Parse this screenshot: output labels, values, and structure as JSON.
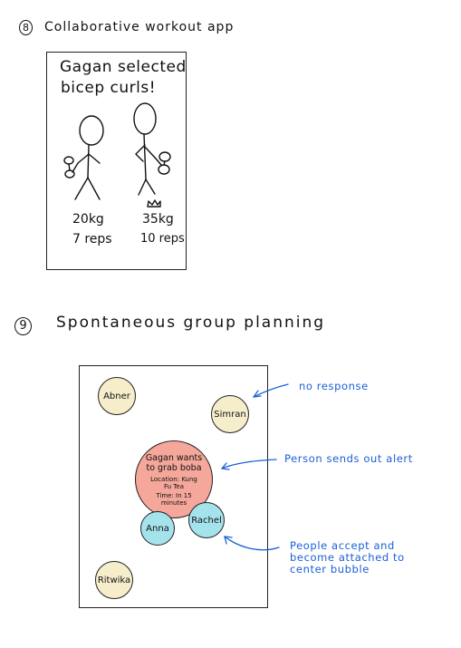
{
  "section8": {
    "number": "8",
    "title": "Collaborative workout app",
    "frame": {
      "headline_line1": "Gagan selected",
      "headline_line2": "bicep curls!",
      "left_person": {
        "weight": "20kg",
        "reps": "7 reps"
      },
      "right_person": {
        "weight": "35kg",
        "reps": "10 reps",
        "leader_icon": "crown-icon"
      }
    }
  },
  "section9": {
    "number": "9",
    "title": "Spontaneous group planning",
    "bubbles": {
      "abner": "Abner",
      "simran": "Simran",
      "ritwika": "Ritwika",
      "anna": "Anna",
      "rachel": "Rachel",
      "center": {
        "line1": "Gagan wants",
        "line2": "to grab boba",
        "location": "Location: Kung Fu Tea",
        "time": "Time: In 15 minutes"
      }
    },
    "annotations": {
      "no_response": "no response",
      "sends_alert": "Person sends out alert",
      "accept_line1": "People accept and",
      "accept_line2": "become attached to",
      "accept_line3": "center bubble"
    }
  },
  "colors": {
    "bubble_neutral": "#f6eecb",
    "bubble_center": "#f4a79a",
    "bubble_accepted": "#a5e3ec",
    "annotation_ink": "#1a5fd6",
    "ink": "#111111"
  }
}
